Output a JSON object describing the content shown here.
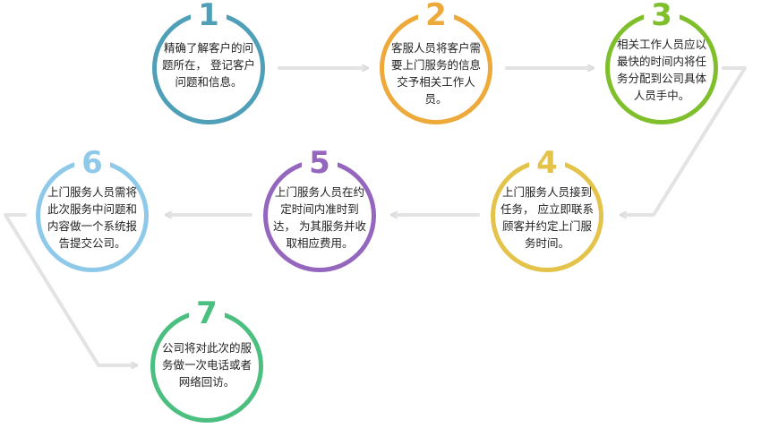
{
  "steps": [
    {
      "num": "1",
      "text": "精确了解客户的问题所在，  登记客户问题和信息。",
      "color": "#4f9fb8"
    },
    {
      "num": "2",
      "text": "客服人员将客户需要上门服务的信息交予相关工作人员。",
      "color": "#eea93b"
    },
    {
      "num": "3",
      "text": "相关工作人员应以最快的时间内将任务分配到公司具体人员手中。",
      "color": "#7fbf2c"
    },
    {
      "num": "4",
      "text": "上门服务人员接到任务，  应立即联系顾客并约定上门服务时间。",
      "color": "#e4c34b"
    },
    {
      "num": "5",
      "text": "上门服务人员在约定时间内准时到达，  为其服务并收取相应费用。",
      "color": "#9466be"
    },
    {
      "num": "6",
      "text": "上门服务人员需将此次服务中问题和内容做一个系统报告提交公司。",
      "color": "#8fc9ea"
    },
    {
      "num": "7",
      "text": "公司将对此次的服务做一次电话或者网络回访。",
      "color": "#4bbf7f"
    }
  ],
  "arrow_color": "#e3e3e3"
}
